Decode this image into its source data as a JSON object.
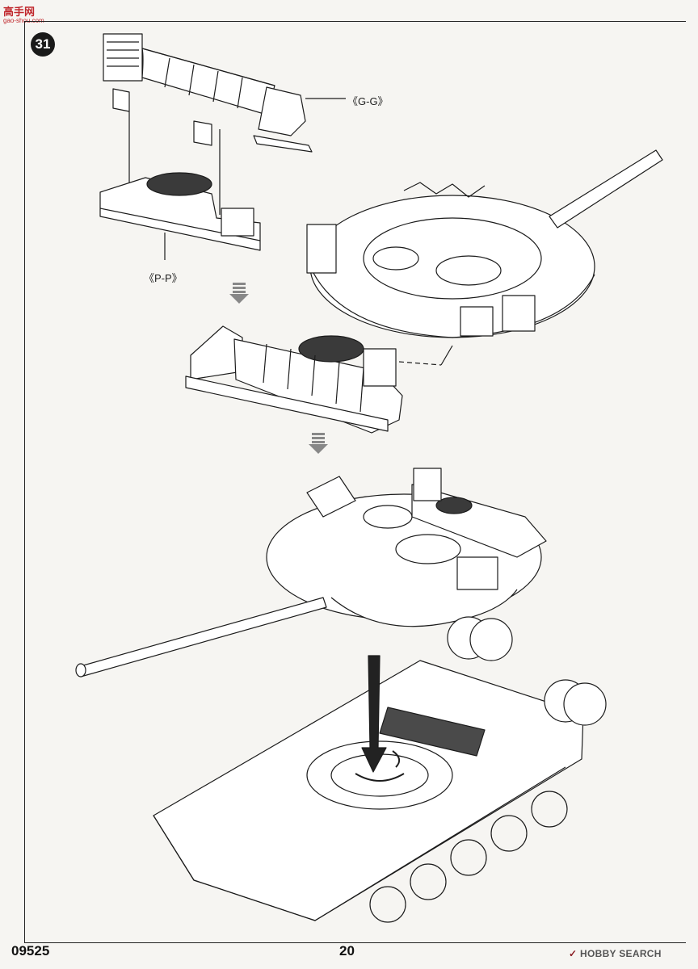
{
  "watermark_top": {
    "main": "高手网",
    "sub": "gao-shou.com"
  },
  "step": {
    "number": "31"
  },
  "labels": {
    "gg": "《G-G》",
    "pp": "《P-P》"
  },
  "footer": {
    "code": "09525",
    "page": "20",
    "watermark_brand": "HOBBY SEARCH"
  },
  "colors": {
    "line": "#1c1c1c",
    "paper": "#f6f5f2",
    "step_bg": "#1a1a1a"
  },
  "icons": [
    "down-arrow-icon",
    "rotation-arrow-icon",
    "insert-arrow-icon"
  ]
}
